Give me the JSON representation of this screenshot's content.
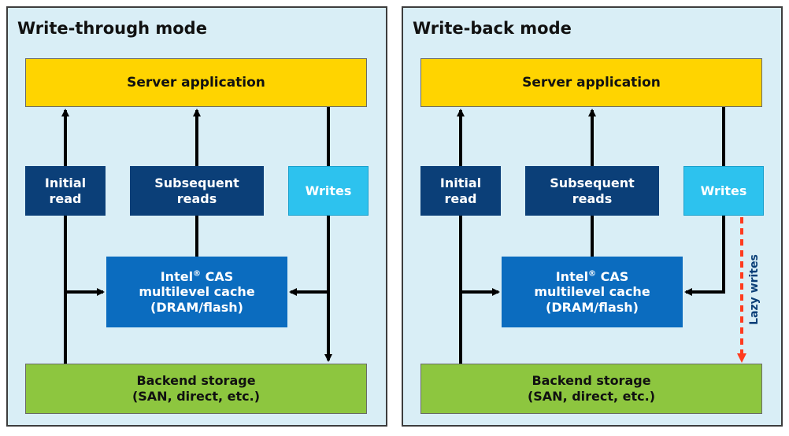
{
  "panels": [
    {
      "title": "Write-through mode",
      "server": "Server application",
      "initial_read": [
        "Initial",
        "read"
      ],
      "subsequent_reads": [
        "Subsequent",
        "reads"
      ],
      "writes": "Writes",
      "cache": {
        "line1": "Intel",
        "sup": "®",
        "line1_rest": " CAS",
        "line2": "multilevel cache",
        "line3": "(DRAM/flash)"
      },
      "backend": [
        "Backend storage",
        "(SAN, direct, etc.)"
      ]
    },
    {
      "title": "Write-back mode",
      "server": "Server application",
      "initial_read": [
        "Initial",
        "read"
      ],
      "subsequent_reads": [
        "Subsequent",
        "reads"
      ],
      "writes": "Writes",
      "cache": {
        "line1": "Intel",
        "sup": "®",
        "line1_rest": " CAS",
        "line2": "multilevel cache",
        "line3": "(DRAM/flash)"
      },
      "backend": [
        "Backend storage",
        "(SAN, direct, etc.)"
      ],
      "lazy_writes": "Lazy writes"
    }
  ],
  "colors": {
    "panel_bg": "#d9eef6",
    "server": "#ffd400",
    "read_boxes": "#0b3f78",
    "writes_box": "#2dc2ee",
    "cache_box": "#0b6cbf",
    "backend": "#8dc63f",
    "lazy_arrow": "#ff3b1f"
  }
}
